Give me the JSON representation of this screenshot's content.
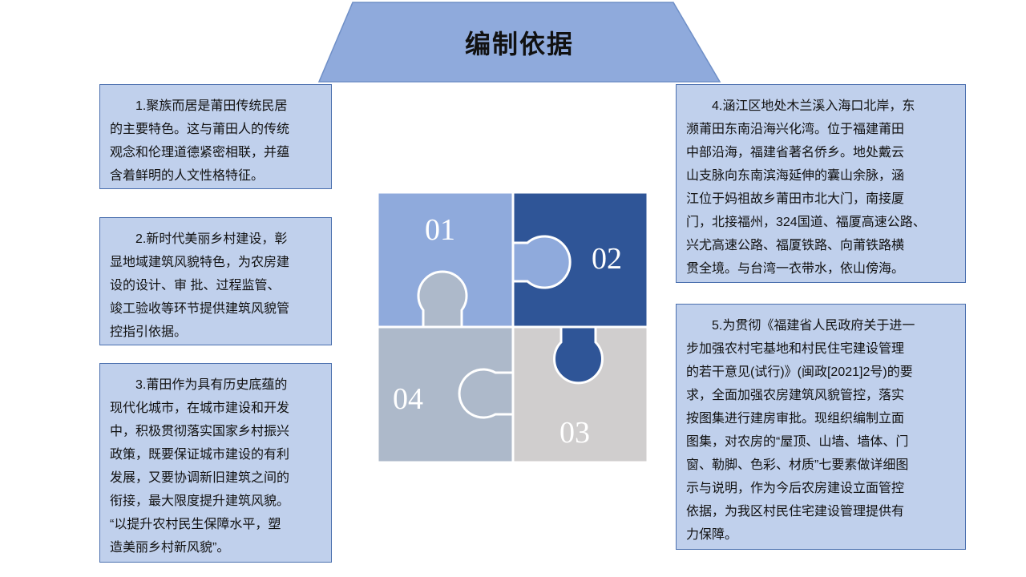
{
  "title": "编制依据",
  "colors": {
    "piece01": "#8faadc",
    "piece02": "#2f5597",
    "piece03": "#d0cece",
    "piece04": "#adb9ca",
    "box": "#c0d0ec",
    "banner": "#8faadc"
  },
  "puzzle": {
    "labels": [
      "01",
      "02",
      "03",
      "04"
    ]
  },
  "boxes": [
    {
      "lines": [
        "　　1.聚族而居是莆田传统民居",
        "的主要特色。这与莆田人的传统",
        "观念和伦理道德紧密相联，并蕴",
        "含着鲜明的人文性格特征。"
      ]
    },
    {
      "lines": [
        "　　2.新时代美丽乡村建设，彰",
        "显地域建筑风貌特色，为农房建",
        "设的设计、审 批、过程监管、",
        "竣工验收等环节提供建筑风貌管",
        "控指引依据。"
      ]
    },
    {
      "lines": [
        "　　3.莆田作为具有历史底蕴的",
        "现代化城市，在城市建设和开发",
        "中，积极贯彻落实国家乡村振兴",
        "政策，既要保证城市建设的有利",
        "发展，又要协调新旧建筑之间的",
        "衔接，最大限度提升建筑风貌。",
        "“以提升农村民生保障水平，塑",
        "造美丽乡村新风貌”。"
      ]
    },
    {
      "lines": [
        "　　4.涵江区地处木兰溪入海口北岸，东",
        "濒莆田东南沿海兴化湾。位于福建莆田",
        "中部沿海，福建省著名侨乡。地处戴云",
        "山支脉向东南滨海延伸的囊山余脉，涵",
        "江位于妈祖故乡莆田市北大门，南接厦",
        "门，北接福州，324国道、福厦高速公路、",
        "兴尤高速公路、福厦铁路、向莆铁路横",
        "贯全境。与台湾一衣带水，依山傍海。"
      ]
    },
    {
      "lines": [
        "　　5.为贯彻《福建省人民政府关于进一",
        "步加强农村宅基地和村民住宅建设管理",
        "的若干意见(试行)》(闽政[2021]2号)的要",
        "求，全面加强农房建筑风貌管控，落实",
        "按图集进行建房审批。现组织编制立面",
        "图集，对农房的“屋顶、山墙、墙体、门",
        "窗、勒脚、色彩、材质”七要素做详细图",
        "示与说明，作为今后农房建设立面管控",
        "依据，为我区村民住宅建设管理提供有",
        "力保障。"
      ]
    }
  ]
}
